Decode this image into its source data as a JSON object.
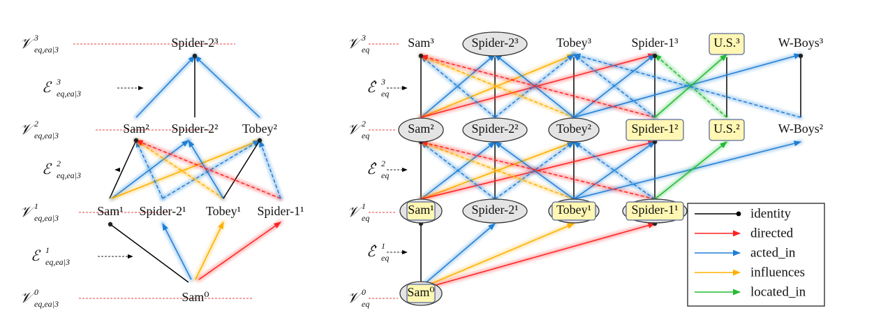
{
  "left_panel": {
    "layers": [
      {
        "label": "Spider-2³"
      },
      {
        "label": "Sam²"
      },
      {
        "label": "Spider-2²"
      },
      {
        "label": "Tobey²"
      },
      {
        "label": "Sam¹"
      },
      {
        "label": "Spider-2¹"
      },
      {
        "label": "Tobey¹"
      },
      {
        "label": "Spider-1¹"
      },
      {
        "label": "Sam⁰"
      }
    ],
    "row_symbols": [
      {
        "main": "𝒱",
        "sup": "3",
        "sub": "eq,ea|3"
      },
      {
        "main": "𝒱",
        "sup": "2",
        "sub": "eq,ea|3"
      },
      {
        "main": "𝒱",
        "sup": "1",
        "sub": "eq,ea|3"
      },
      {
        "main": "𝒱",
        "sup": "0",
        "sub": "eq,ea|3"
      }
    ],
    "edge_symbols": [
      {
        "main": "ℰ",
        "sup": "3",
        "sub": "eq,ea|3"
      },
      {
        "main": "ℰ",
        "sup": "2",
        "sub": "eq,ea|3"
      },
      {
        "main": "ℰ",
        "sup": "1",
        "sub": "eq,ea|3"
      }
    ]
  },
  "right_panel": {
    "nodes": [
      {
        "label": "Sam³"
      },
      {
        "label": "Spider-2³"
      },
      {
        "label": "Tobey³"
      },
      {
        "label": "Spider-1³"
      },
      {
        "label": "U.S.³"
      },
      {
        "label": "W-Boys³"
      },
      {
        "label": "Sam²"
      },
      {
        "label": "Spider-2²"
      },
      {
        "label": "Tobey²"
      },
      {
        "label": "Spider-1²"
      },
      {
        "label": "U.S.²"
      },
      {
        "label": "W-Boys²"
      },
      {
        "label": "Sam¹"
      },
      {
        "label": "Spider-2¹"
      },
      {
        "label": "Tobey¹"
      },
      {
        "label": "Spider-1¹"
      },
      {
        "label": "Sam⁰"
      }
    ],
    "row_symbols": [
      {
        "main": "𝒱",
        "sup": "3",
        "sub": "eq"
      },
      {
        "main": "𝒱",
        "sup": "2",
        "sub": "eq"
      },
      {
        "main": "𝒱",
        "sup": "1",
        "sub": "eq"
      },
      {
        "main": "𝒱",
        "sup": "0",
        "sub": "eq"
      }
    ],
    "edge_symbols": [
      {
        "main": "ℰ̂",
        "sup": "3",
        "sub": "eq"
      },
      {
        "main": "ℰ̂",
        "sup": "2",
        "sub": "eq"
      },
      {
        "main": "ℰ̂",
        "sup": "1",
        "sub": "eq"
      }
    ]
  },
  "legend": [
    {
      "label": "identity",
      "color": "#000000"
    },
    {
      "label": "directed",
      "color": "#ff2222"
    },
    {
      "label": "acted_in",
      "color": "#1f7fd6"
    },
    {
      "label": "influences",
      "color": "#ffb000"
    },
    {
      "label": "located_in",
      "color": "#22bb33"
    }
  ],
  "colors": {
    "identity": "#000000",
    "directed": "#ff2222",
    "acted_in": "#1f7fd6",
    "influences": "#ffb000",
    "located_in": "#22bb33",
    "guide": "#e84040",
    "gray_node": "#e4e4e4",
    "yellow_node": "#fff7b3"
  }
}
